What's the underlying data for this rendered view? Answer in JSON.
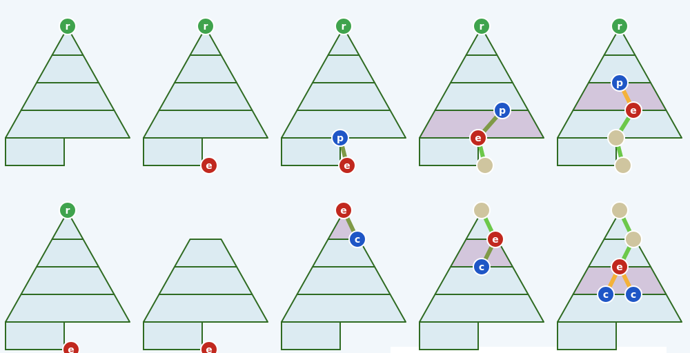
{
  "colors": {
    "background": "#f2f7fb",
    "band_fill": "#dcebf2",
    "highlight_fill": "#d3c6dc",
    "outline": "#2f6b22",
    "root": "#3fa34d",
    "current": "#c1281e",
    "parent": "#1f56c6",
    "child": "#1f56c6",
    "visited": "#cfc59f",
    "edge_olive": "#7f9a47",
    "edge_green": "#6cc84a",
    "edge_orange": "#f4b23a",
    "node_border": "#ffffff"
  },
  "labels": {
    "root": "r",
    "current": "e",
    "parent": "p",
    "child": "c"
  },
  "panels": [
    {
      "id": "top-1",
      "shape": "full",
      "highlight_level": null,
      "nodes": [
        {
          "role": "root",
          "label_key": "root",
          "slot": "apex"
        }
      ],
      "edges": []
    },
    {
      "id": "top-2",
      "shape": "full",
      "highlight_level": null,
      "nodes": [
        {
          "role": "root",
          "label_key": "root",
          "slot": "apex"
        },
        {
          "role": "current",
          "label_key": "current",
          "slot": "trunk-bottom"
        }
      ],
      "edges": []
    },
    {
      "id": "top-3",
      "shape": "full",
      "highlight_level": null,
      "nodes": [
        {
          "role": "root",
          "label_key": "root",
          "slot": "apex"
        },
        {
          "role": "parent",
          "label_key": "parent",
          "slot": "trunk-top"
        },
        {
          "role": "current",
          "label_key": "current",
          "slot": "trunk-bottom"
        }
      ],
      "edges": [
        {
          "from": 1,
          "to": 2,
          "color": "edge_olive"
        }
      ]
    },
    {
      "id": "top-4",
      "shape": "full",
      "highlight_level": 3,
      "nodes": [
        {
          "role": "root",
          "label_key": "root",
          "slot": "apex"
        },
        {
          "role": "parent",
          "label_key": "parent",
          "slot": "l3-top-right"
        },
        {
          "role": "current",
          "label_key": "current",
          "slot": "trunk-top"
        },
        {
          "role": "visited",
          "label_key": null,
          "slot": "trunk-bottom"
        }
      ],
      "edges": [
        {
          "from": 1,
          "to": 2,
          "color": "edge_olive"
        },
        {
          "from": 2,
          "to": 3,
          "color": "edge_green"
        }
      ]
    },
    {
      "id": "top-5",
      "shape": "full",
      "highlight_level": 2,
      "nodes": [
        {
          "role": "root",
          "label_key": "root",
          "slot": "apex"
        },
        {
          "role": "parent",
          "label_key": "parent",
          "slot": "l2-top"
        },
        {
          "role": "current",
          "label_key": "current",
          "slot": "l2-bottom-right"
        },
        {
          "role": "visited",
          "label_key": null,
          "slot": "trunk-top"
        },
        {
          "role": "visited",
          "label_key": null,
          "slot": "trunk-bottom"
        }
      ],
      "edges": [
        {
          "from": 1,
          "to": 2,
          "color": "edge_orange"
        },
        {
          "from": 2,
          "to": 3,
          "color": "edge_green"
        },
        {
          "from": 3,
          "to": 4,
          "color": "edge_green"
        }
      ]
    },
    {
      "id": "bottom-1",
      "shape": "full",
      "highlight_level": null,
      "nodes": [
        {
          "role": "root",
          "label_key": "root",
          "slot": "apex"
        },
        {
          "role": "current",
          "label_key": "current",
          "slot": "trunk-bottom"
        }
      ],
      "edges": []
    },
    {
      "id": "bottom-2",
      "shape": "truncated",
      "highlight_level": null,
      "nodes": [
        {
          "role": "current",
          "label_key": "current",
          "slot": "trunk-bottom"
        }
      ],
      "edges": []
    },
    {
      "id": "bottom-3",
      "shape": "full",
      "highlight_level": 0,
      "nodes": [
        {
          "role": "current",
          "label_key": "current",
          "slot": "apex"
        },
        {
          "role": "child",
          "label_key": "child",
          "slot": "l0-bottom-right"
        }
      ],
      "edges": [
        {
          "from": 0,
          "to": 1,
          "color": "edge_olive"
        }
      ]
    },
    {
      "id": "bottom-4",
      "shape": "full",
      "highlight_level": 1,
      "nodes": [
        {
          "role": "visited",
          "label_key": null,
          "slot": "apex"
        },
        {
          "role": "current",
          "label_key": "current",
          "slot": "l1-top-right"
        },
        {
          "role": "child",
          "label_key": "child",
          "slot": "l1-bottom"
        }
      ],
      "edges": [
        {
          "from": 0,
          "to": 1,
          "color": "edge_green"
        },
        {
          "from": 1,
          "to": 2,
          "color": "edge_olive"
        }
      ]
    },
    {
      "id": "bottom-5",
      "shape": "full",
      "highlight_level": 2,
      "nodes": [
        {
          "role": "visited",
          "label_key": null,
          "slot": "apex"
        },
        {
          "role": "visited",
          "label_key": null,
          "slot": "l1-top-right"
        },
        {
          "role": "current",
          "label_key": "current",
          "slot": "l2-top"
        },
        {
          "role": "child",
          "label_key": "child",
          "slot": "l2-bottom-left"
        },
        {
          "role": "child",
          "label_key": "child",
          "slot": "l2-bottom-right"
        }
      ],
      "edges": [
        {
          "from": 0,
          "to": 1,
          "color": "edge_green"
        },
        {
          "from": 1,
          "to": 2,
          "color": "edge_green"
        },
        {
          "from": 2,
          "to": 3,
          "color": "edge_orange"
        },
        {
          "from": 2,
          "to": 4,
          "color": "edge_orange"
        }
      ]
    }
  ]
}
